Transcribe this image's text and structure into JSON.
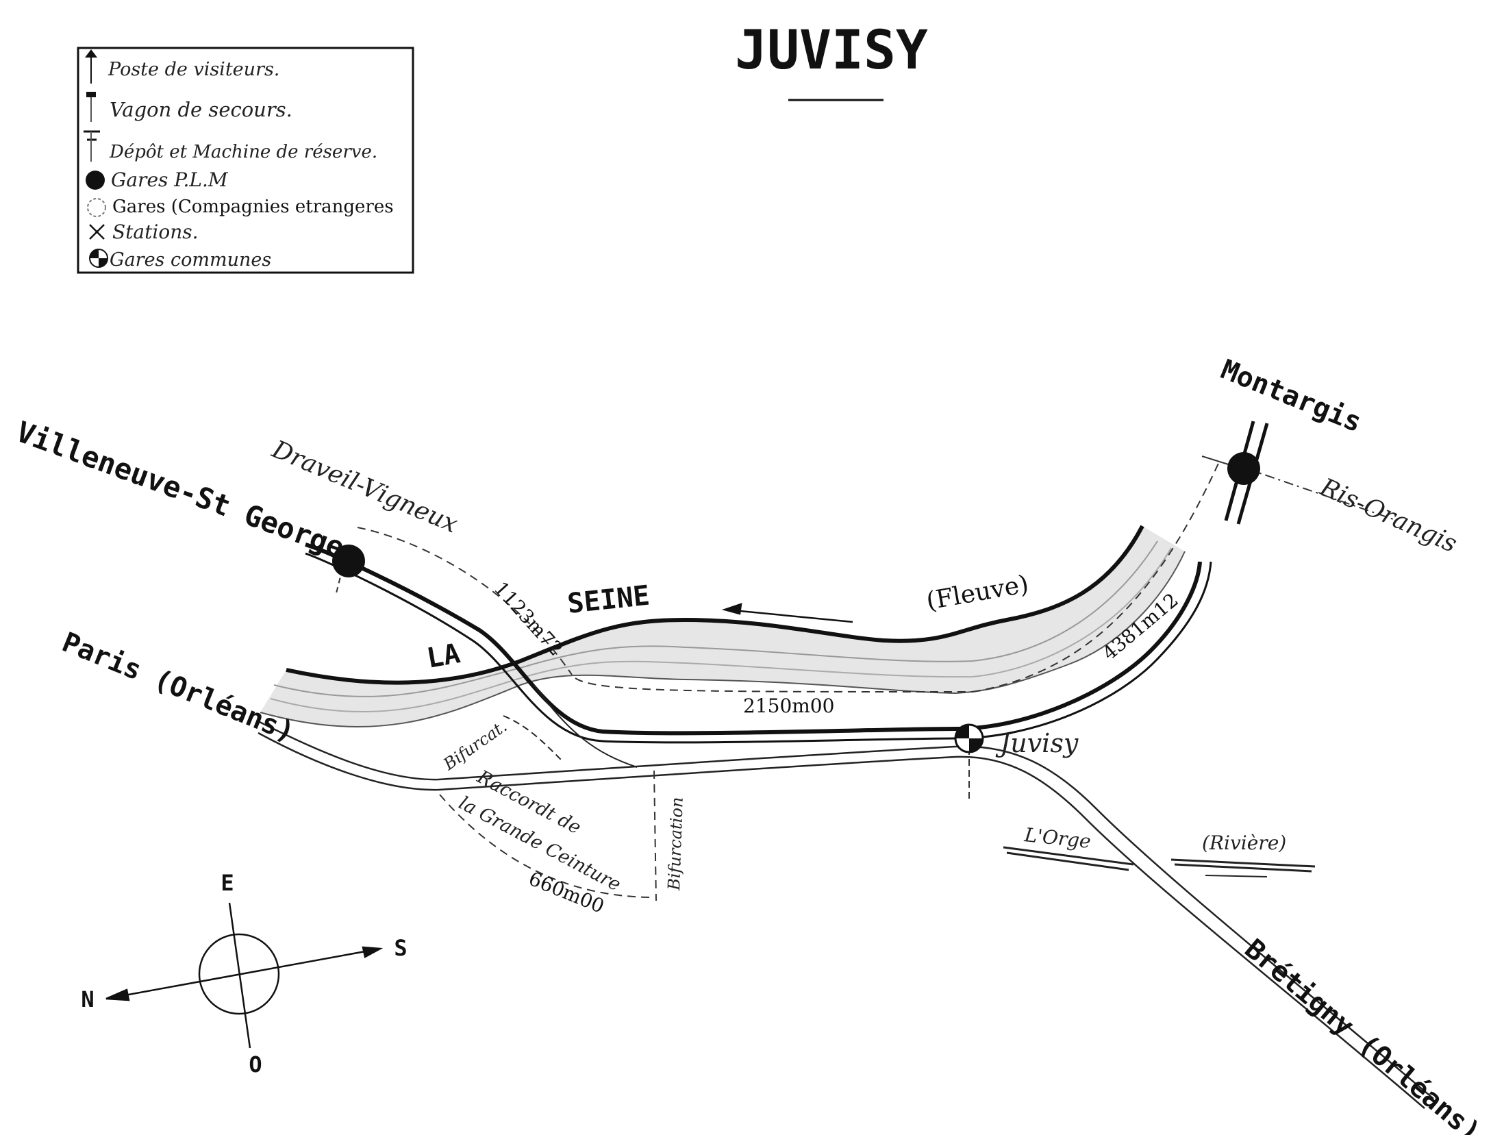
{
  "title": "JUVISY",
  "legend": {
    "items": [
      {
        "icon": "poste-visiteurs-icon",
        "label": "Poste de visiteurs."
      },
      {
        "icon": "vagon-secours-icon",
        "label": "Vagon de secours."
      },
      {
        "icon": "depot-machine-icon",
        "label": "Dépôt et Machine de réserve."
      },
      {
        "icon": "filled-circle-icon",
        "label": "Gares P.L.M"
      },
      {
        "icon": "open-circle-icon",
        "label": "Gares (Compagnies etrangeres"
      },
      {
        "icon": "cross-icon",
        "label": "Stations."
      },
      {
        "icon": "quartered-circle-icon",
        "label": "Gares communes"
      }
    ]
  },
  "places": {
    "villeneuve": "Villeneuve-St Georges",
    "draveil": "Draveil-Vigneux",
    "paris": "Paris (Orléans)",
    "montargis": "Montargis",
    "ris": "Ris-Orangis",
    "juvisy": "Juvisy",
    "bretigny": "Brétigny (Orléans)"
  },
  "rivers": {
    "la": "LA",
    "seine": "SEINE",
    "fleuve": "(Fleuve)",
    "orge": "L'Orge",
    "riviere": "(Rivière)"
  },
  "distances": {
    "d1": "1123m72",
    "d2": "2150m00",
    "d3": "4381m12",
    "d4": "660m00"
  },
  "annotations": {
    "bifurcation1": "Bifurcat.",
    "bifurcation2": "Bifurcation",
    "raccord1": "Raccordt de",
    "raccord2": "la Grande Ceinture"
  },
  "compass": {
    "e": "E",
    "s": "S",
    "n": "N",
    "o": "O"
  }
}
